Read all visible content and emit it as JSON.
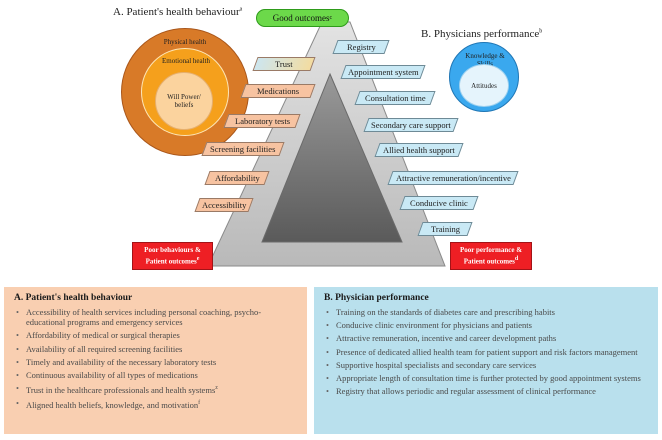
{
  "diagram": {
    "title_a": "A. Patient's health behaviour",
    "title_a_sup": "a",
    "title_b": "B. Physicians performance",
    "title_b_sup": "b",
    "good_outcomes": "Good outcomes",
    "good_outcomes_sup": "c",
    "circle_a": {
      "outer": "Physical health",
      "middle": "Emotional health",
      "inner": "Will Power/ beliefs"
    },
    "circle_b": {
      "outer": "Knowledge & Skills",
      "inner": "Attitudes"
    },
    "left_items": [
      "Trust",
      "Medications",
      "Laboratory tests",
      "Screening facilities",
      "Affordability",
      "Accessibility"
    ],
    "right_items": [
      "Registry",
      "Appointment system",
      "Consultation time",
      "Secondary care support",
      "Allied health support",
      "Attractive remuneration/incentive",
      "Conducive clinic",
      "Training"
    ],
    "poor_left": "Poor behaviours & Patient outcomes",
    "poor_left_sup": "e",
    "poor_right": "Poor performance & Patient outcomes",
    "poor_right_sup": "d",
    "colors": {
      "good": "#6cd94a",
      "poor": "#ee1f24",
      "patient": "#f7c3a1",
      "physician": "#c9e9f5",
      "circle_a_outer": "#d87a28",
      "circle_b": "#3aa8ee"
    }
  },
  "panel_a": {
    "title": "A. Patient's health behaviour",
    "items": [
      {
        "text": "Accessibility of health services including personal coaching, psycho-educational programs and emergency services",
        "sup": ""
      },
      {
        "text": "Affordability of medical or surgical therapies",
        "sup": ""
      },
      {
        "text": "Availability of all required screening facilities",
        "sup": ""
      },
      {
        "text": "Timely and availability of the necessary laboratory tests",
        "sup": ""
      },
      {
        "text": "Continuous availability of all types of medications",
        "sup": ""
      },
      {
        "text": "Trust in the healthcare professionals and health systems",
        "sup": "z"
      },
      {
        "text": "Aligned health beliefs, knowledge, and motivation",
        "sup": "f"
      }
    ]
  },
  "panel_b": {
    "title": "B. Physician performance",
    "items": [
      "Training on the standards of diabetes care and prescribing habits",
      "Conducive clinic environment for physicians and patients",
      "Attractive remuneration, incentive and career development paths",
      "Presence of dedicated allied health team for patient support and risk factors management",
      "Supportive hospital specialists and secondary care services",
      "Appropriate length of consultation time is further protected by good appointment systems",
      "Registry that allows periodic and regular assessment of clinical performance"
    ]
  }
}
